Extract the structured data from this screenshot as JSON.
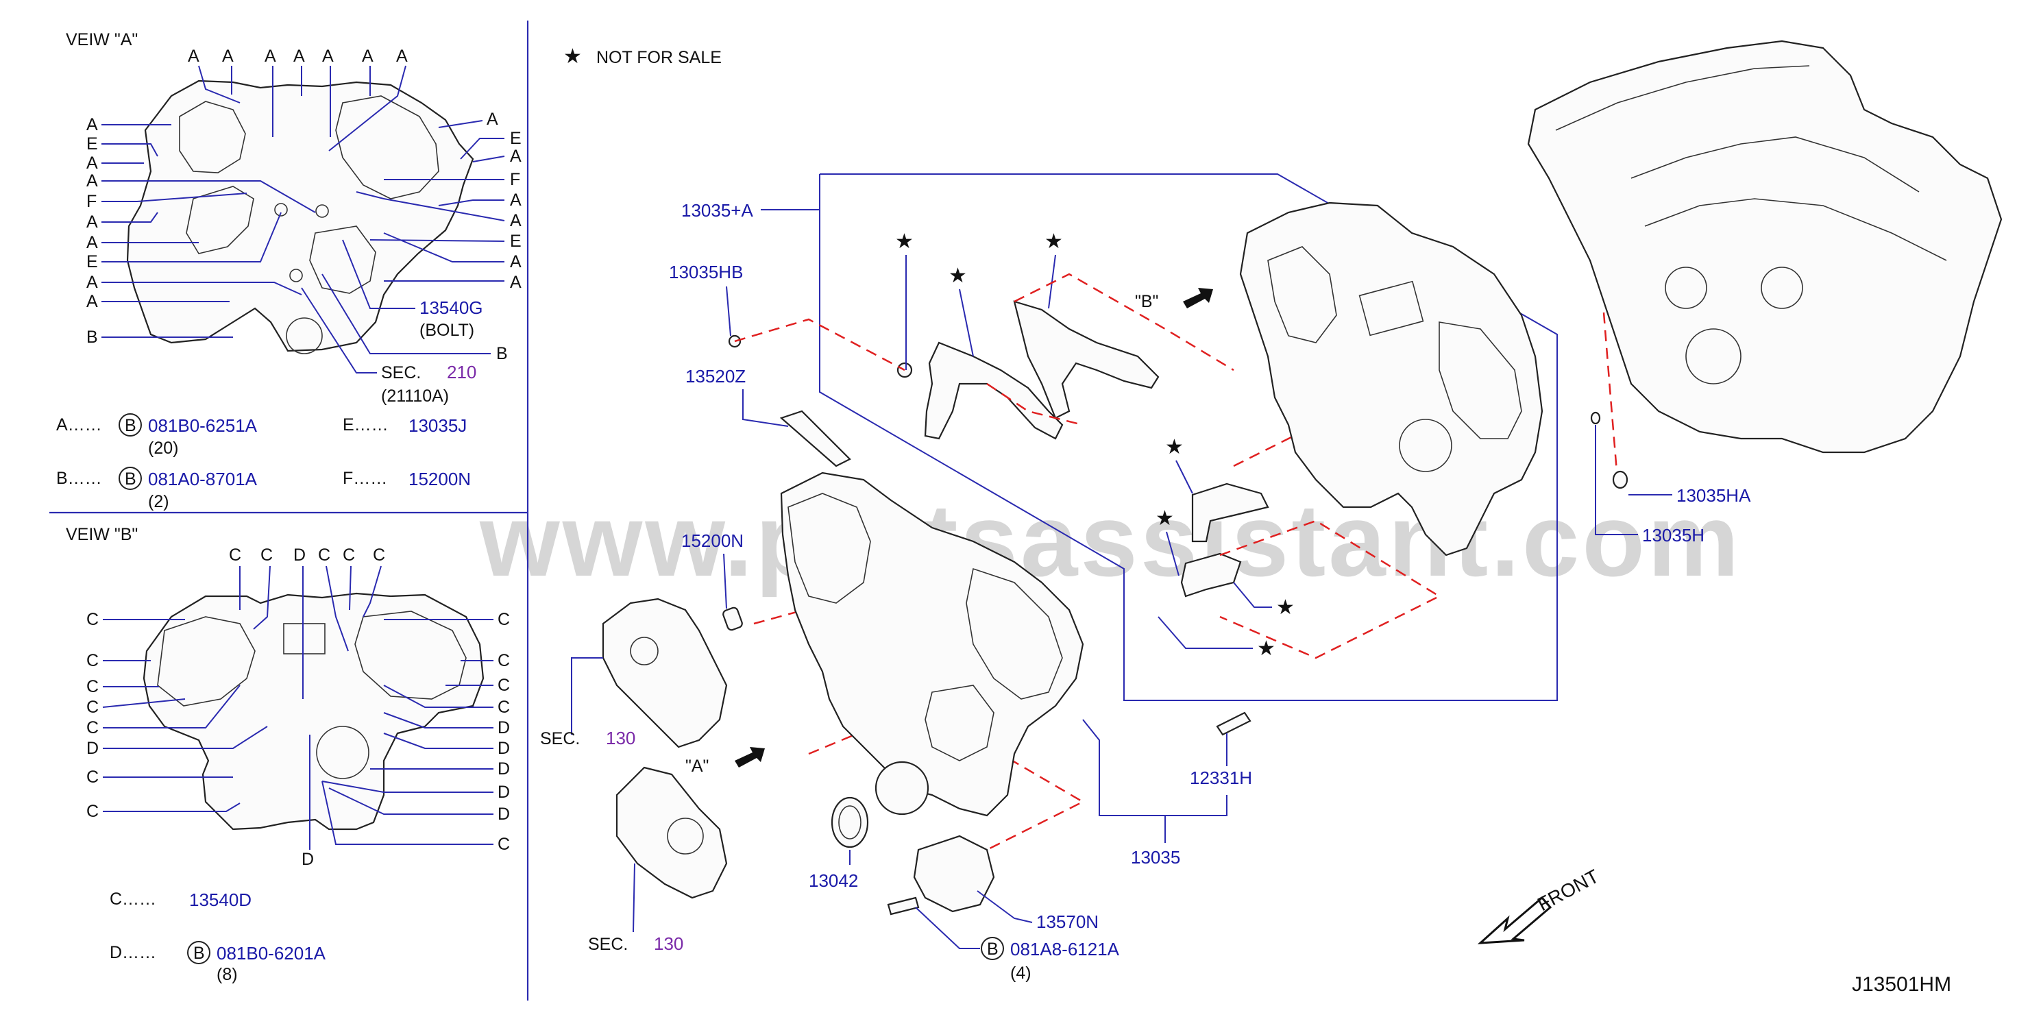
{
  "view_a": {
    "title": "VEIW   \"A\"",
    "top_letters": [
      "A",
      "A",
      "A",
      "A",
      "A",
      "A",
      "A"
    ],
    "left_letters": [
      "A",
      "E",
      "A",
      "A",
      "F",
      "A",
      "A",
      "E",
      "A",
      "A",
      "B"
    ],
    "right_letters": [
      "A",
      "E",
      "A",
      "F",
      "A",
      "A",
      "E",
      "A",
      "A"
    ],
    "bolt_label": "13540G",
    "bolt_note": "(BOLT)",
    "right_b": "B",
    "sec_label": "SEC.",
    "sec_num": "210",
    "sec_sub": "(21110A)"
  },
  "legend_a": {
    "a_key": "A……",
    "a_circle": "B",
    "a_part": "081B0-6251A",
    "a_qty": "(20)",
    "e_key": "E……",
    "e_part": "13035J",
    "b_key": "B……",
    "b_circle": "B",
    "b_part": "081A0-8701A",
    "b_qty": "(2)",
    "f_key": "F……",
    "f_part": "15200N"
  },
  "view_b": {
    "title": "VEIW   \"B\"",
    "top_letters": [
      "C",
      "C",
      "D",
      "C",
      "C",
      "C"
    ],
    "left_letters": [
      "C",
      "C",
      "C",
      "C",
      "C",
      "D",
      "C",
      "C"
    ],
    "right_letters": [
      "C",
      "C",
      "C",
      "C",
      "D",
      "D",
      "D",
      "D",
      "D",
      "C"
    ],
    "bottom_d": "D"
  },
  "legend_b": {
    "c_key": "C……",
    "c_part": "13540D",
    "d_key": "D……",
    "d_circle": "B",
    "d_part": "081B0-6201A",
    "d_qty": "(8)"
  },
  "main": {
    "star": "★",
    "not_for_sale": "NOT   FOR   SALE",
    "callouts": {
      "p13035a": "13035+A",
      "p13035hb": "13035HB",
      "p13520z": "13520Z",
      "p15200n": "15200N",
      "sec130_top": "SEC.",
      "sec130_top_num": "130",
      "view_a_mark": "\"A\"",
      "view_b_mark": "\"B\"",
      "sec130_bot": "SEC.",
      "sec130_bot_num": "130",
      "p13042": "13042",
      "p13570n": "13570N",
      "bolt_circle": "B",
      "bolt_part": "081A8-6121A",
      "bolt_qty": "(4)",
      "p13035": "13035",
      "p12331h": "12331H",
      "p13035ha": "13035HA",
      "p13035h": "13035H",
      "front": "FRONT",
      "diagram_code": "J13501HM"
    }
  },
  "watermark": "www.partsassistant.com",
  "colors": {
    "part_number": "#1a1aa8",
    "section": "#7a2aa8",
    "leader": "#2a2ab0",
    "dashed": "#e02020"
  }
}
